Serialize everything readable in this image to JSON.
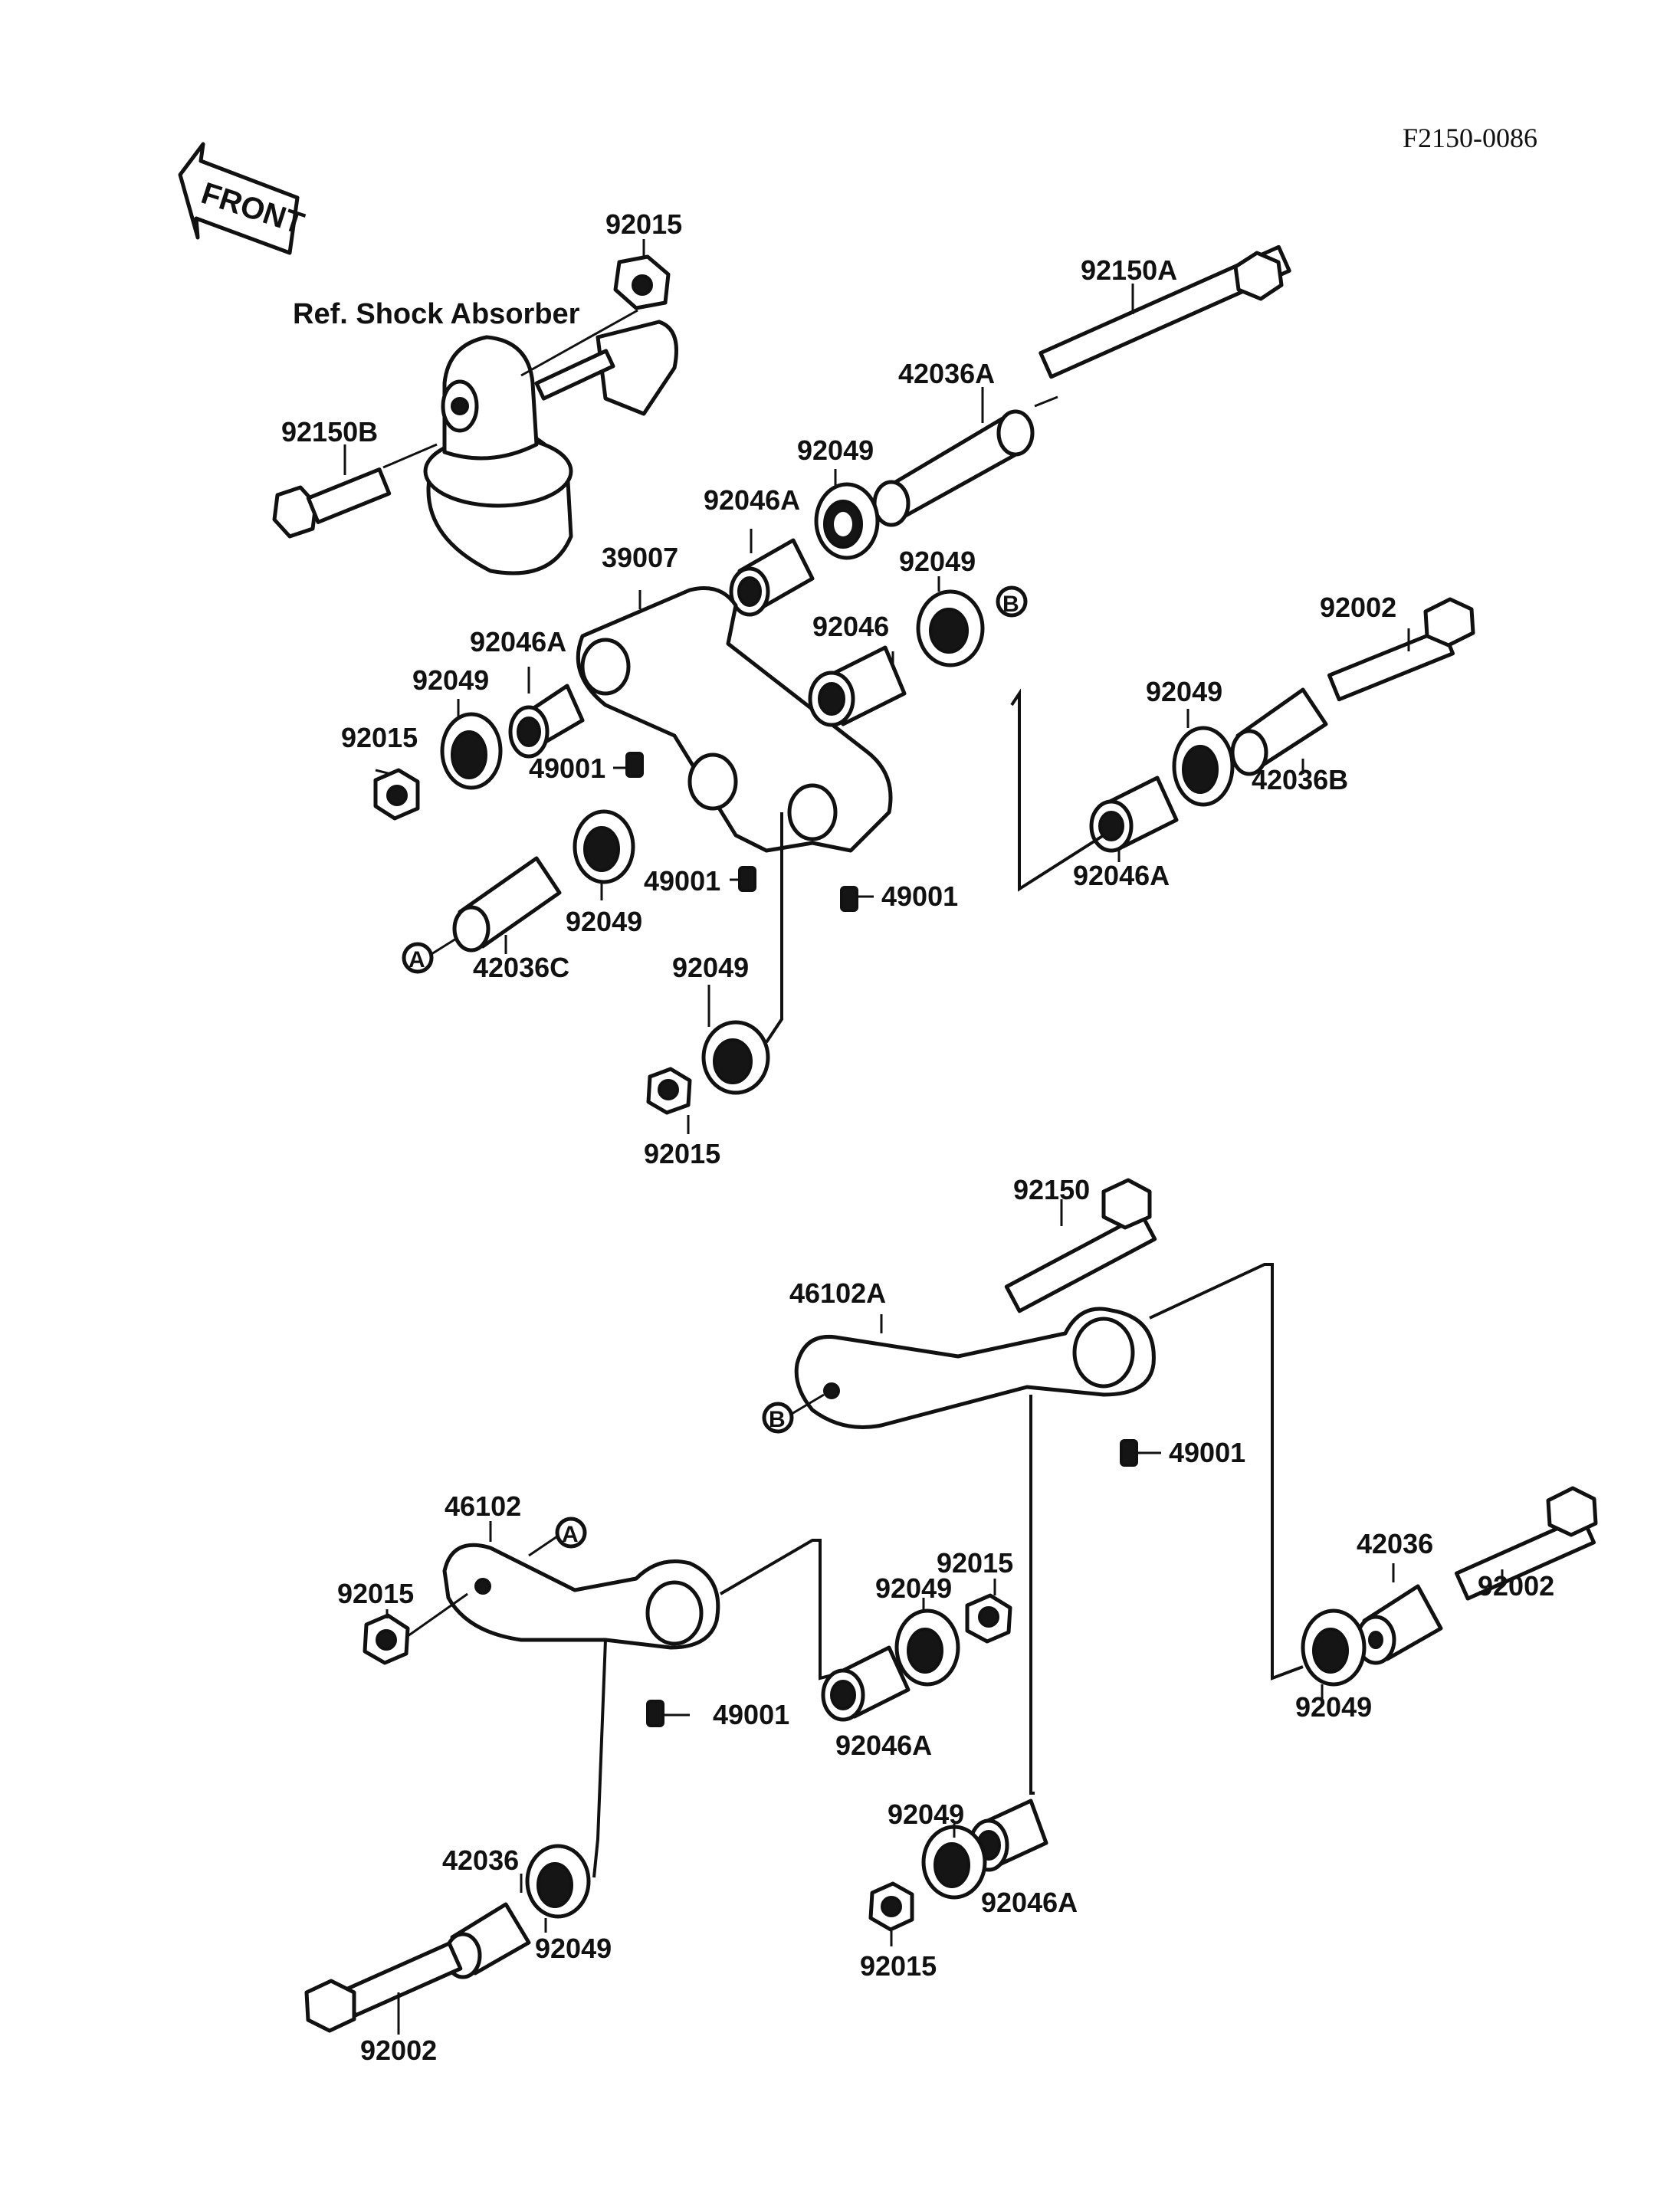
{
  "diagram": {
    "code": "F2150-0086",
    "front_label": "FRONT",
    "ref_label": "Ref. Shock Absorber",
    "markers": {
      "a": "A",
      "b": "B"
    },
    "labels": {
      "l01": "92015",
      "l02": "92150A",
      "l03": "92150B",
      "l04": "42036A",
      "l05": "92049",
      "l06": "92046A",
      "l07": "39007",
      "l08": "92049",
      "l09": "92046",
      "l10": "92002",
      "l11": "92046A",
      "l12": "92049",
      "l13": "92015",
      "l14": "49001",
      "l15": "92049",
      "l16": "42036B",
      "l17": "49001",
      "l18": "49001",
      "l19": "92046A",
      "l20": "92049",
      "l21": "42036C",
      "l22": "92049",
      "l23": "92015",
      "l24": "92150",
      "l25": "46102A",
      "l26": "49001",
      "l27": "46102",
      "l28": "92015",
      "l29": "92015",
      "l30": "92049",
      "l31": "42036",
      "l32": "92002",
      "l33": "49001",
      "l34": "92046A",
      "l35": "92049",
      "l36": "92049",
      "l37": "92046A",
      "l38": "42036",
      "l39": "92049",
      "l40": "92015",
      "l41": "92002"
    }
  }
}
